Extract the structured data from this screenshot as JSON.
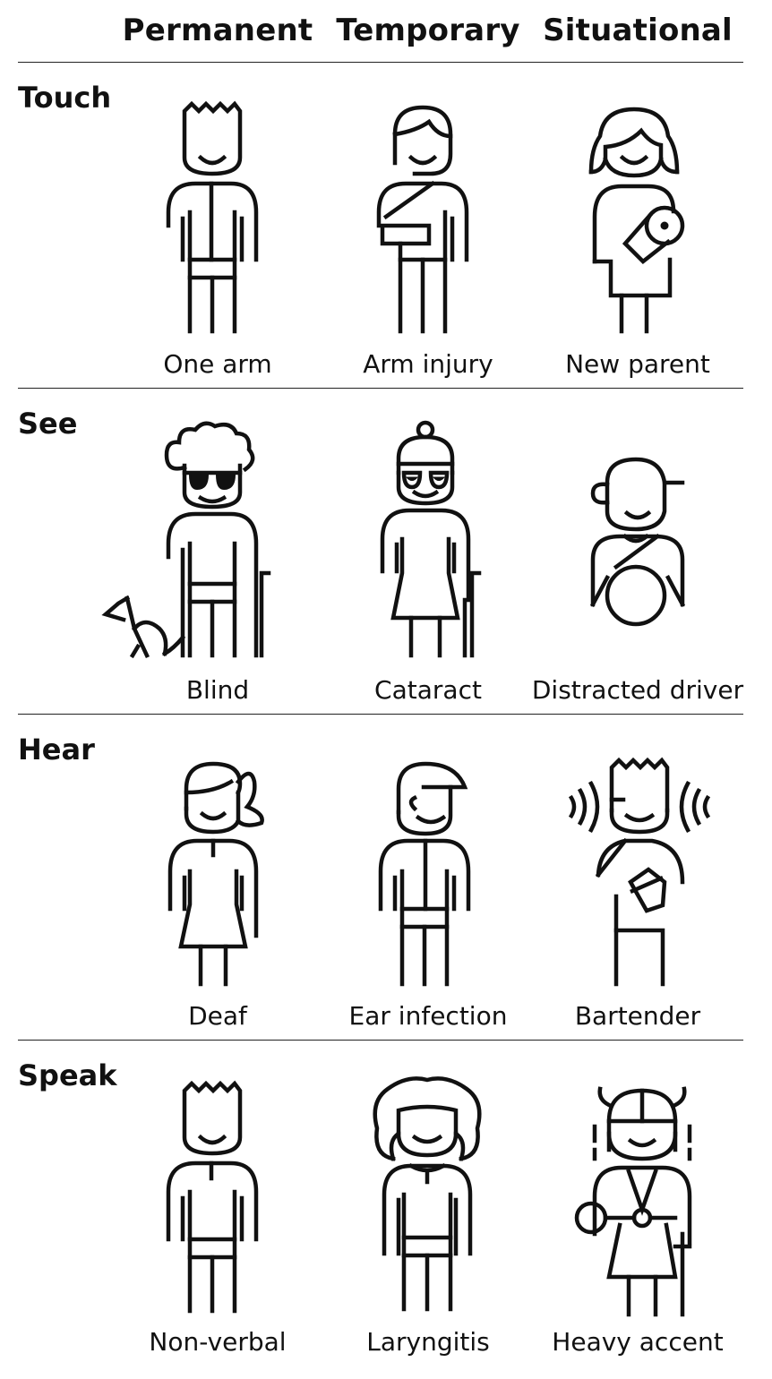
{
  "columns": [
    "Permanent",
    "Temporary",
    "Situational"
  ],
  "rows": [
    {
      "label": "Touch",
      "items": [
        {
          "caption": "One arm",
          "icon": "one-arm-icon"
        },
        {
          "caption": "Arm injury",
          "icon": "arm-sling-icon"
        },
        {
          "caption": "New parent",
          "icon": "parent-with-baby-icon"
        }
      ]
    },
    {
      "label": "See",
      "items": [
        {
          "caption": "Blind",
          "icon": "blind-person-with-dog-icon"
        },
        {
          "caption": "Cataract",
          "icon": "cataract-person-with-cane-icon"
        },
        {
          "caption": "Distracted driver",
          "icon": "driver-with-steering-wheel-icon"
        }
      ]
    },
    {
      "label": "Hear",
      "items": [
        {
          "caption": "Deaf",
          "icon": "deaf-person-icon"
        },
        {
          "caption": "Ear infection",
          "icon": "ear-infection-icon"
        },
        {
          "caption": "Bartender",
          "icon": "bartender-icon"
        }
      ]
    },
    {
      "label": "Speak",
      "items": [
        {
          "caption": "Non-verbal",
          "icon": "non-verbal-icon"
        },
        {
          "caption": "Laryngitis",
          "icon": "laryngitis-icon"
        },
        {
          "caption": "Heavy accent",
          "icon": "heavy-accent-icon"
        }
      ]
    }
  ]
}
